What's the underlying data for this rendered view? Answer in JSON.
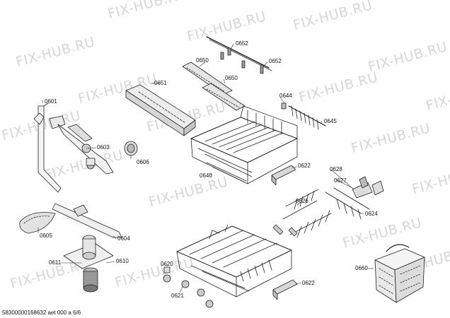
{
  "watermark": "FIX-HUB.RU",
  "footer": "58300000168632 aet 000 a 6/6",
  "parts": {
    "p0601": "0601",
    "p0603": "0603",
    "p0606": "0606",
    "p0604": "0604",
    "p0605": "0605",
    "p0611": "0611",
    "p0610": "0610",
    "p0651": "0651",
    "p0650a": "0650",
    "p0650b": "0650",
    "p0652a": "0652",
    "p0652b": "0652",
    "p0640": "0640",
    "p0644": "0644",
    "p0645": "0645",
    "p0622a": "0622",
    "p0628": "0628",
    "p0627": "0627",
    "p0626": "0626",
    "p0624": "0624",
    "p0620": "0620",
    "p0621": "0621",
    "p0622b": "0622",
    "p0660": "0660"
  }
}
